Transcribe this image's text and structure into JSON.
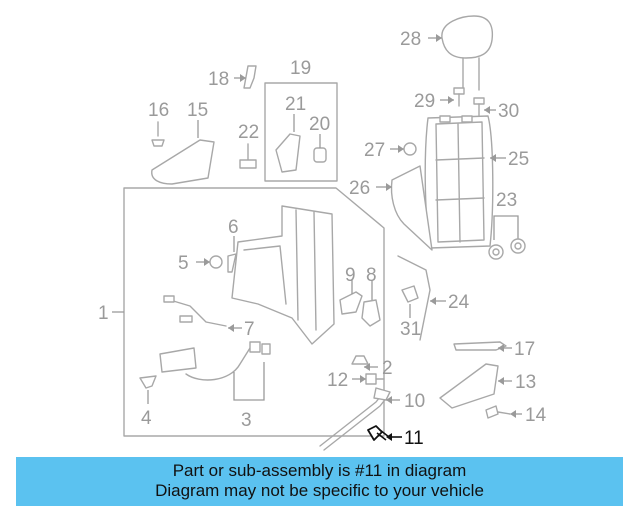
{
  "callouts": {
    "c1": "1",
    "c2": "2",
    "c3": "3",
    "c4": "4",
    "c5": "5",
    "c6": "6",
    "c7": "7",
    "c8": "8",
    "c9": "9",
    "c10": "10",
    "c11": "11",
    "c12": "12",
    "c13": "13",
    "c14": "14",
    "c15": "15",
    "c16": "16",
    "c17": "17",
    "c18": "18",
    "c19": "19",
    "c20": "20",
    "c21": "21",
    "c22": "22",
    "c23": "23",
    "c24": "24",
    "c25": "25",
    "c26": "26",
    "c27": "27",
    "c28": "28",
    "c29": "29",
    "c30": "30",
    "c31": "31"
  },
  "highlighted_part": "11",
  "colors": {
    "banner": "#5bc2f0",
    "highlight": "#111111",
    "line": "#a8a8a8"
  },
  "banner": {
    "line1": "Part or sub-assembly is #11 in diagram",
    "line2": "Diagram may not be specific to your vehicle"
  }
}
